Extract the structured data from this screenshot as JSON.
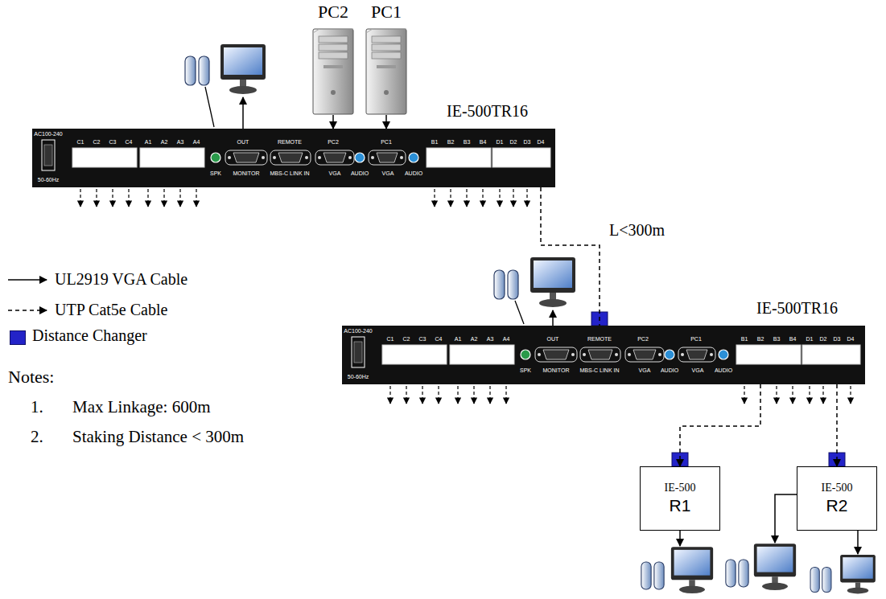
{
  "diagram": {
    "nodes": [
      {
        "text": [
          "PC2"
        ]
      },
      {
        "text": [
          "PC1"
        ]
      },
      {
        "text": [
          "IE-500TR16",
          "AC100-240",
          "50-60Hz",
          "C1",
          "C2",
          "C3",
          "C4",
          "A1",
          "A2",
          "A3",
          "A4",
          "SPK",
          "OUT",
          "MONITOR",
          "REMOTE",
          "MBS-C LINK IN",
          "PC2",
          "VGA",
          "AUDIO",
          "PC1",
          "VGA",
          "AUDIO",
          "B1",
          "B2",
          "B3",
          "B4",
          "D1",
          "D2",
          "D3",
          "D4"
        ]
      },
      {
        "text": [
          "IE-500TR16",
          "AC100-240",
          "50-60Hz",
          "C1",
          "C2",
          "C3",
          "C4",
          "A1",
          "A2",
          "A3",
          "A4",
          "SPK",
          "OUT",
          "MONITOR",
          "REMOTE",
          "MBS-C LINK IN",
          "PC2",
          "VGA",
          "AUDIO",
          "PC1",
          "VGA",
          "AUDIO",
          "B1",
          "B2",
          "B3",
          "B4",
          "D1",
          "D2",
          "D3",
          "D4"
        ]
      },
      {
        "text": [
          "IE-500",
          "R1"
        ]
      },
      {
        "text": [
          "IE-500",
          "R2"
        ]
      }
    ],
    "edges": [
      {
        "from": 0,
        "to": 2,
        "arrow": "to"
      },
      {
        "from": 1,
        "to": 2,
        "arrow": "to"
      },
      {
        "from": 2,
        "to": 3,
        "arrow": "none",
        "label": "L<300m"
      },
      {
        "from": 3,
        "to": 4,
        "arrow": "to"
      },
      {
        "from": 3,
        "to": 5,
        "arrow": "to"
      }
    ],
    "labels": [
      "Notes:",
      "1.",
      "Max Linkage: 600m",
      "2.",
      "Staking Distance < 300m"
    ],
    "legend": [
      {
        "text": "UL2919 VGA Cable"
      },
      {
        "text": "UTP Cat5e Cable"
      },
      {
        "text": "Distance Changer",
        "color": "#2323c8"
      }
    ]
  }
}
